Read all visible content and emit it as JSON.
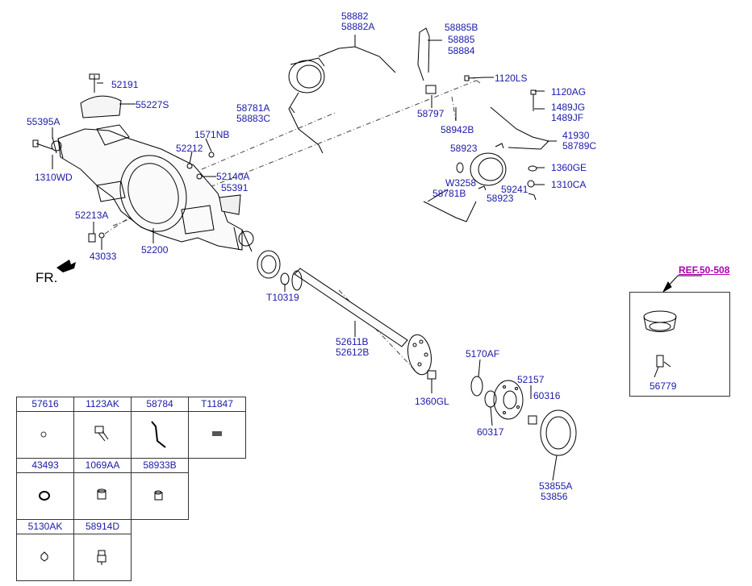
{
  "orientation_label": "FR.",
  "ref_label": "REF.50-508",
  "callouts": {
    "c58882": "58882",
    "c58882A": "58882A",
    "c58885B": "58885B",
    "c58885": "58885",
    "c58884": "58884",
    "c52191": "52191",
    "c55227S": "55227S",
    "c1120LS": "1120LS",
    "c1120AG": "1120AG",
    "c58781A": "58781A",
    "c58883C": "58883C",
    "c58797": "58797",
    "c1489JG": "1489JG",
    "c1489JF": "1489JF",
    "c55395A": "55395A",
    "c1571NB": "1571NB",
    "c58942B": "58942B",
    "c41930": "41930",
    "c58789C": "58789C",
    "c52212": "52212",
    "c58923a": "58923",
    "c1360GE": "1360GE",
    "c1310WD": "1310WD",
    "c52140A": "52140A",
    "c55391": "55391",
    "cW3258": "W3258",
    "c59241": "59241",
    "c1310CA": "1310CA",
    "c58781B": "58781B",
    "c58923b": "58923",
    "c52213A": "52213A",
    "c43033": "43033",
    "c52200": "52200",
    "cT10319": "T10319",
    "c52611B": "52611B",
    "c52612B": "52612B",
    "c5170AF": "5170AF",
    "c52157": "52157",
    "c60316": "60316",
    "c1360GL": "1360GL",
    "c60317": "60317",
    "c53855A": "53855A",
    "c53856": "53856",
    "c56779": "56779"
  },
  "legend": {
    "row1": [
      "57616",
      "1123AK",
      "58784",
      "T11847"
    ],
    "row2": [
      "43493",
      "1069AA",
      "58933B"
    ],
    "row3": [
      "5130AK",
      "58914D"
    ]
  }
}
